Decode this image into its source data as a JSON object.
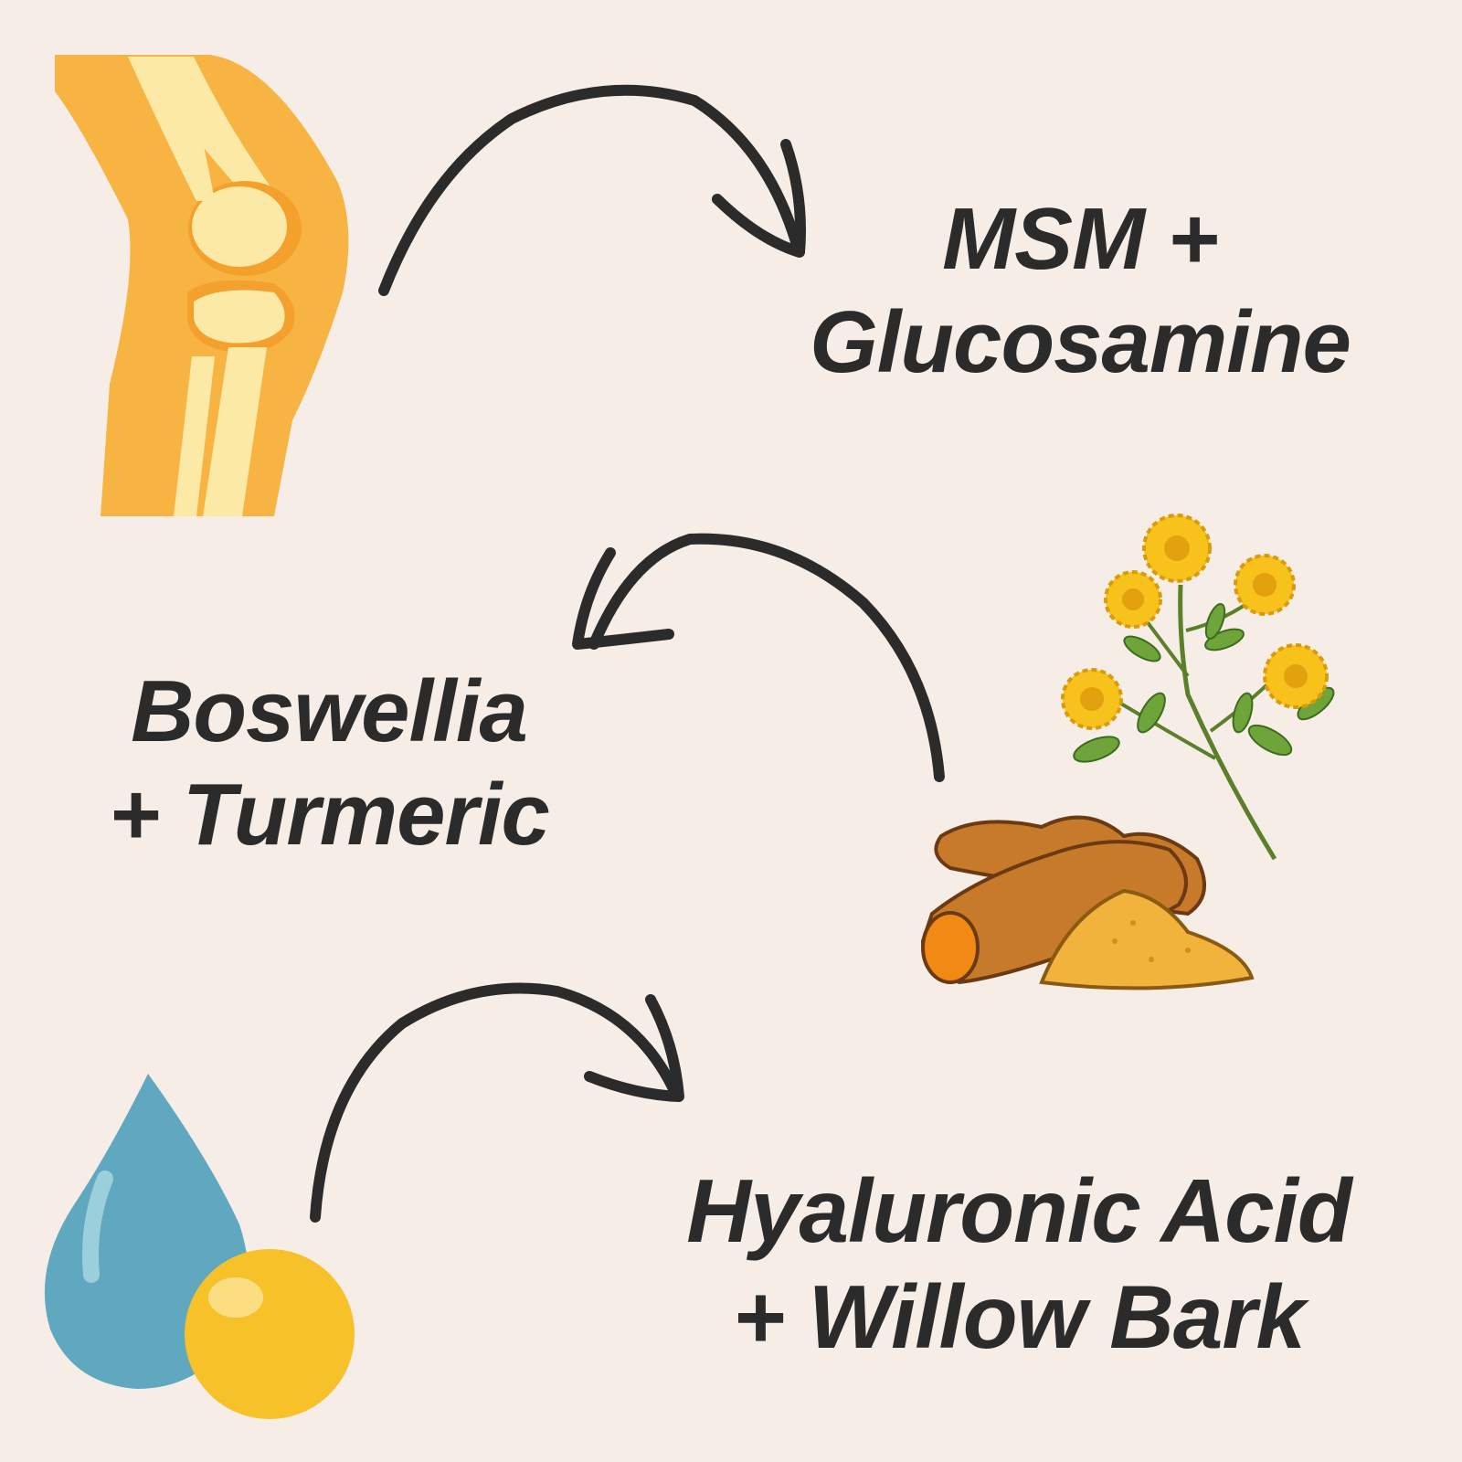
{
  "labels": {
    "first": {
      "line1": "MSM +",
      "line2": "Glucosamine"
    },
    "second": {
      "line1": "Boswellia",
      "line2": "+ Turmeric"
    },
    "third": {
      "line1": "Hyaluronic Acid",
      "line2": "+ Willow Bark"
    }
  },
  "icons": [
    "knee-joint-icon",
    "flower-herb-icon",
    "turmeric-root-icon",
    "water-drop-icon",
    "oil-capsule-icon"
  ],
  "colors": {
    "background": "#f6eee6",
    "text": "#2b2b2b",
    "arrow": "#2b2b2b",
    "knee_skin": "#f8b443",
    "knee_bone": "#fde9a6",
    "turmeric": "#c77a2a",
    "powder": "#f2b33d",
    "flower": "#f7c21c",
    "leaf": "#6ea43a",
    "drop": "#5fa8bf",
    "capsule": "#f7c12a"
  }
}
